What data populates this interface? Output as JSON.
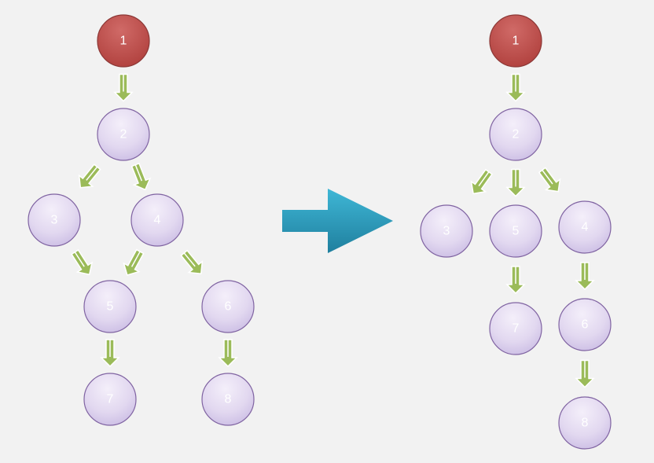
{
  "colors": {
    "background": "#f2f2f2",
    "root_fill": "#c0504d",
    "root_stroke": "#8c3836",
    "node_fill": "#e3d9f1",
    "node_stroke": "#8064a2",
    "node_text": "#ffffff",
    "edge_arrow": "#9bbb59",
    "transform_arrow": "#31a5c4"
  },
  "left_tree": {
    "nodes": [
      {
        "id": "L1",
        "label": "1",
        "root": true
      },
      {
        "id": "L2",
        "label": "2"
      },
      {
        "id": "L3",
        "label": "3"
      },
      {
        "id": "L4",
        "label": "4"
      },
      {
        "id": "L5",
        "label": "5"
      },
      {
        "id": "L6",
        "label": "6"
      },
      {
        "id": "L7",
        "label": "7"
      },
      {
        "id": "L8",
        "label": "8"
      }
    ],
    "edges": [
      {
        "from": "1",
        "to": "2"
      },
      {
        "from": "2",
        "to": "3"
      },
      {
        "from": "2",
        "to": "4"
      },
      {
        "from": "3",
        "to": "5"
      },
      {
        "from": "4",
        "to": "5"
      },
      {
        "from": "4",
        "to": "6"
      },
      {
        "from": "5",
        "to": "7"
      },
      {
        "from": "6",
        "to": "8"
      }
    ]
  },
  "right_tree": {
    "nodes": [
      {
        "id": "R1",
        "label": "1",
        "root": true
      },
      {
        "id": "R2",
        "label": "2"
      },
      {
        "id": "R3",
        "label": "3"
      },
      {
        "id": "R5",
        "label": "5"
      },
      {
        "id": "R4",
        "label": "4"
      },
      {
        "id": "R7",
        "label": "7"
      },
      {
        "id": "R6",
        "label": "6"
      },
      {
        "id": "R8",
        "label": "8"
      }
    ],
    "edges": [
      {
        "from": "1",
        "to": "2"
      },
      {
        "from": "2",
        "to": "3"
      },
      {
        "from": "2",
        "to": "5"
      },
      {
        "from": "2",
        "to": "4"
      },
      {
        "from": "5",
        "to": "7"
      },
      {
        "from": "4",
        "to": "6"
      },
      {
        "from": "6",
        "to": "8"
      }
    ]
  }
}
